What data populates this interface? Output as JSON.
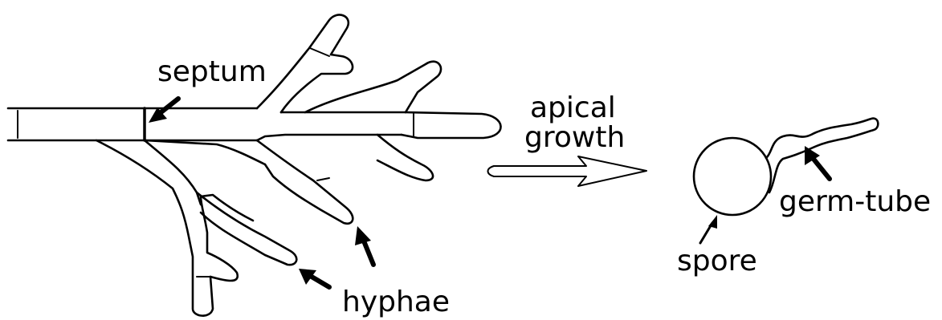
{
  "labels": {
    "septum": "septum",
    "apical_line1": "apical",
    "apical_line2": "growth",
    "hyphae": "hyphae",
    "spore": "spore",
    "germ_tube": "germ-tube"
  }
}
